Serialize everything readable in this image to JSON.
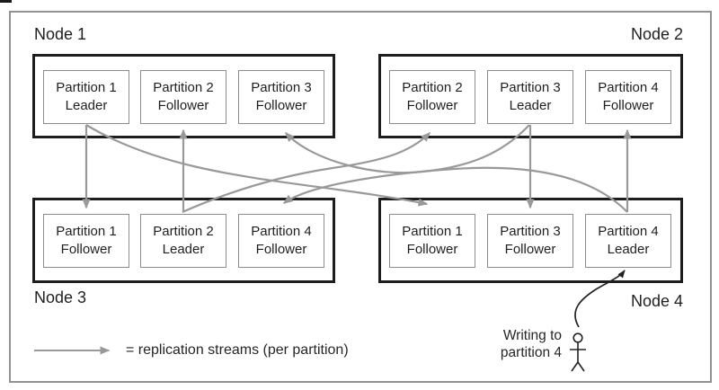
{
  "nodes": [
    {
      "label": "Node 1",
      "partitions": [
        {
          "name": "Partition 1",
          "role": "Leader"
        },
        {
          "name": "Partition 2",
          "role": "Follower"
        },
        {
          "name": "Partition 3",
          "role": "Follower"
        }
      ]
    },
    {
      "label": "Node 2",
      "partitions": [
        {
          "name": "Partition 2",
          "role": "Follower"
        },
        {
          "name": "Partition 3",
          "role": "Leader"
        },
        {
          "name": "Partition 4",
          "role": "Follower"
        }
      ]
    },
    {
      "label": "Node 3",
      "partitions": [
        {
          "name": "Partition 1",
          "role": "Follower"
        },
        {
          "name": "Partition 2",
          "role": "Leader"
        },
        {
          "name": "Partition 4",
          "role": "Follower"
        }
      ]
    },
    {
      "label": "Node 4",
      "partitions": [
        {
          "name": "Partition 1",
          "role": "Follower"
        },
        {
          "name": "Partition 3",
          "role": "Follower"
        },
        {
          "name": "Partition 4",
          "role": "Leader"
        }
      ]
    }
  ],
  "streams": [
    {
      "from": "Node 1 / Partition 1 Leader",
      "to": "Node 3 / Partition 1 Follower"
    },
    {
      "from": "Node 1 / Partition 1 Leader",
      "to": "Node 4 / Partition 1 Follower"
    },
    {
      "from": "Node 3 / Partition 2 Leader",
      "to": "Node 1 / Partition 2 Follower"
    },
    {
      "from": "Node 3 / Partition 2 Leader",
      "to": "Node 2 / Partition 2 Follower"
    },
    {
      "from": "Node 2 / Partition 3 Leader",
      "to": "Node 1 / Partition 3 Follower"
    },
    {
      "from": "Node 2 / Partition 3 Leader",
      "to": "Node 4 / Partition 3 Follower"
    },
    {
      "from": "Node 4 / Partition 4 Leader",
      "to": "Node 2 / Partition 4 Follower"
    },
    {
      "from": "Node 4 / Partition 4 Leader",
      "to": "Node 3 / Partition 4 Follower"
    }
  ],
  "legend": {
    "label": "= replication streams (per partition)"
  },
  "annotation": {
    "line1": "Writing to",
    "line2": "partition 4"
  },
  "colors": {
    "stream": "#999999",
    "node_border": "#1d1d1d",
    "partition_border": "#8c8c8c",
    "outer_frame": "#929292",
    "text": "#1f1f1f",
    "write_arrow": "#222222"
  }
}
